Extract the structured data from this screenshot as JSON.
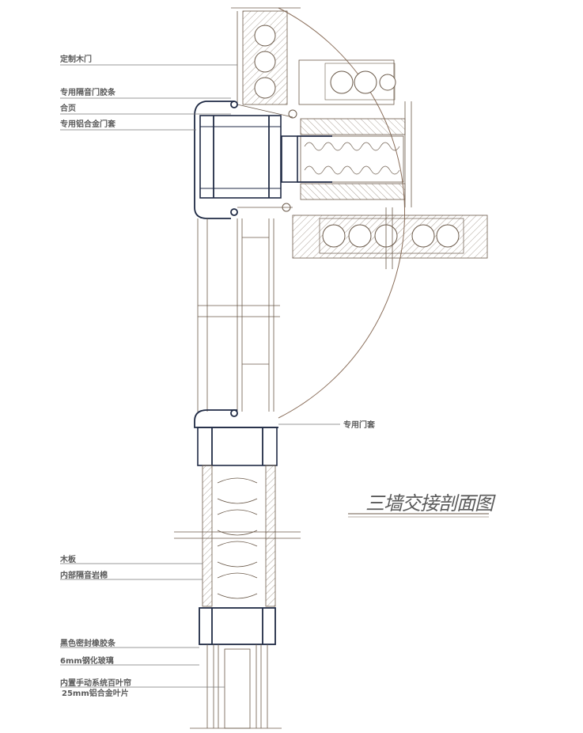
{
  "title": "三墙交接剖面图",
  "labels": {
    "custom_wood_door": "定制木门",
    "acoustic_door_strip": "专用隔音门胶条",
    "hinge": "合页",
    "aluminum_door_casing": "专用铝合金门套",
    "dedicated_door_casing": "专用门套",
    "wood_board": "木板",
    "inner_acoustic_rockwool": "内部隔音岩棉",
    "black_sealing_rubber_strip": "黑色密封橡胶条",
    "tempered_glass_6mm": "6mm钢化玻璃",
    "built_in_manual_blind": "内置手动系统百叶帘",
    "aluminum_blade_25mm": "25mm铝合金叶片"
  },
  "colors": {
    "profile": "#1f2a44",
    "line": "#6b5a4a",
    "hatch": "#8a7a6a",
    "leader": "#777777"
  }
}
